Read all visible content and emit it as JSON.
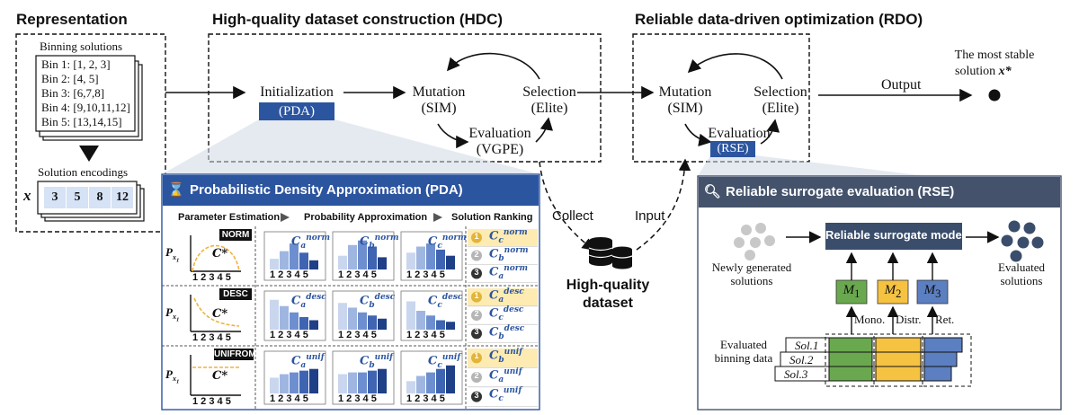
{
  "sections": {
    "representation": "Representation",
    "hdc": "High-quality dataset construction (HDC)",
    "rdo": "Reliable data-driven optimization (RDO)"
  },
  "representation": {
    "binning_title": "Binning solutions",
    "bins": [
      "Bin 1: [1, 2, 3]",
      "Bin 2: [4, 5]",
      "Bin 3: [6,7,8]",
      "Bin 4: [9,10,11,12]",
      "Bin 5: [13,14,15]"
    ],
    "encodings_title": "Solution encodings",
    "x_label": "x",
    "encoding_values": [
      "3",
      "5",
      "8",
      "12"
    ]
  },
  "hdc": {
    "initialization": "Initialization",
    "pda_tag": "(PDA)",
    "mutation": "Mutation",
    "mutation_sub": "(SIM)",
    "selection": "Selection",
    "selection_sub": "(Elite)",
    "evaluation": "Evaluation",
    "evaluation_sub": "(VGPE)"
  },
  "rdo": {
    "mutation": "Mutation",
    "mutation_sub": "(SIM)",
    "selection": "Selection",
    "selection_sub": "(Elite)",
    "evaluation": "Evaluation",
    "rse_tag": "(RSE)",
    "output": "Output",
    "result_line1": "The most stable",
    "result_line2": "solution",
    "result_symbol": "x*"
  },
  "middle": {
    "collect": "Collect",
    "input": "Input",
    "dataset_line1": "High-quality",
    "dataset_line2": "dataset"
  },
  "pda": {
    "title": "Probabilistic Density Approximation (PDA)",
    "steps": [
      "Parameter Estimation",
      "Probability Approximation",
      "Solution Ranking"
    ],
    "axis_ticks": "1 2 3 4 5",
    "y_label": "P",
    "c_star": "C*",
    "rows": [
      {
        "tag": "NORM",
        "type": "norm",
        "cards": [
          "a",
          "b",
          "c"
        ],
        "ranking": [
          "c",
          "b",
          "a"
        ]
      },
      {
        "tag": "DESC",
        "type": "desc",
        "cards": [
          "a",
          "b",
          "c"
        ],
        "ranking": [
          "a",
          "c",
          "b"
        ]
      },
      {
        "tag": "UNIFROM",
        "type": "unif",
        "cards": [
          "a",
          "b",
          "c"
        ],
        "ranking": [
          "b",
          "a",
          "c"
        ]
      }
    ],
    "medal_ranks": [
      "1",
      "2",
      "3"
    ]
  },
  "rse": {
    "title": "Reliable surrogate evaluation (RSE)",
    "model": "Reliable surrogate model",
    "new_solutions_1": "Newly generated",
    "new_solutions_2": "solutions",
    "evaluated_1": "Evaluated",
    "evaluated_2": "solutions",
    "models": [
      {
        "name": "M",
        "index": "1",
        "color": "#6aa84f",
        "criterion": "Mono."
      },
      {
        "name": "M",
        "index": "2",
        "color": "#f5c242",
        "criterion": "Distr."
      },
      {
        "name": "M",
        "index": "3",
        "color": "#5b7fc0",
        "criterion": "Ret."
      }
    ],
    "data_label_1": "Evaluated",
    "data_label_2": "binning data",
    "sol_rows": [
      "Sol.1",
      "Sol.2",
      "Sol.3"
    ]
  },
  "colors": {
    "primary": "#2c55a0",
    "rse_header": "#44536b",
    "light_blue": "#c9d6ee",
    "medal_bg": "#fdebb2"
  }
}
